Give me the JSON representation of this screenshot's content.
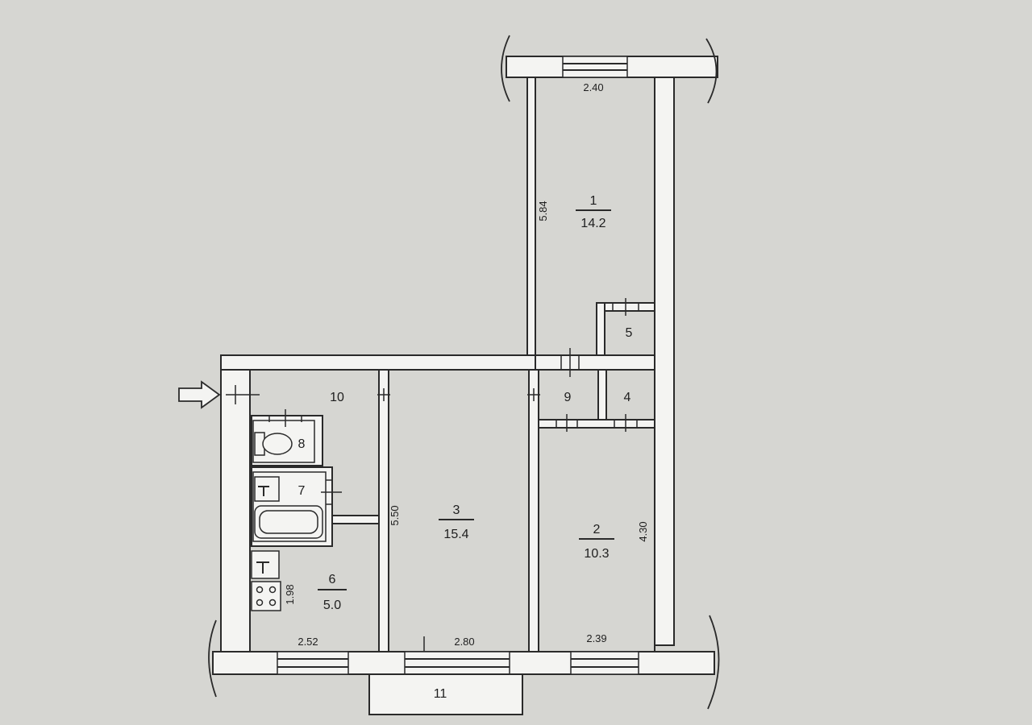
{
  "rooms": [
    {
      "id": "1",
      "number": "1",
      "area": "14.2"
    },
    {
      "id": "2",
      "number": "2",
      "area": "10.3"
    },
    {
      "id": "3",
      "number": "3",
      "area": "15.4"
    },
    {
      "id": "4",
      "number": "4"
    },
    {
      "id": "5",
      "number": "5"
    },
    {
      "id": "6",
      "number": "6",
      "area": "5.0"
    },
    {
      "id": "7",
      "number": "7"
    },
    {
      "id": "8",
      "number": "8"
    },
    {
      "id": "9",
      "number": "9"
    },
    {
      "id": "10",
      "number": "10"
    },
    {
      "id": "11",
      "number": "11"
    }
  ],
  "dimensions": {
    "room1_width": "2.40",
    "room1_length": "5.84",
    "room2_length": "4.30",
    "room2_width": "2.39",
    "room3_length": "5.50",
    "room3_width": "2.80",
    "room6_width": "2.52",
    "room6_length": "1.98"
  },
  "colors": {
    "paper": "#d6d6d2",
    "lines": "#2a2a2a"
  }
}
